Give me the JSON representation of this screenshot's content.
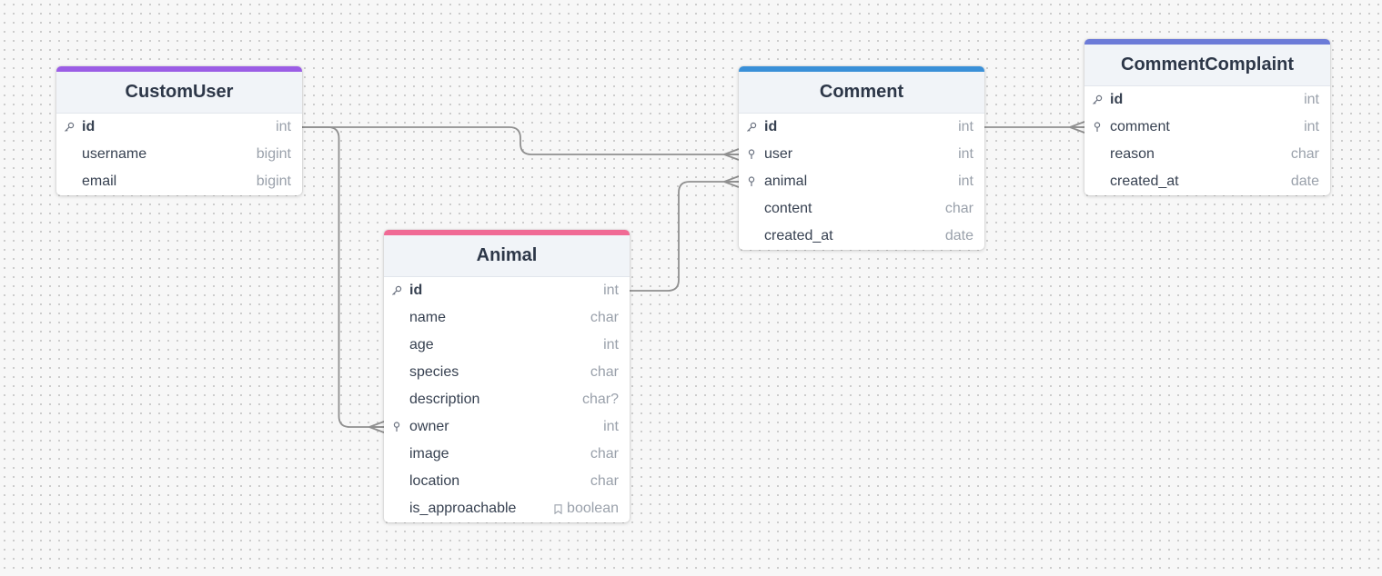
{
  "tables": {
    "customuser": {
      "title": "CustomUser",
      "accent": "#9b5de5",
      "fields": [
        {
          "name": "id",
          "type": "int",
          "key": "primary"
        },
        {
          "name": "username",
          "type": "bigint",
          "key": ""
        },
        {
          "name": "email",
          "type": "bigint",
          "key": ""
        }
      ]
    },
    "animal": {
      "title": "Animal",
      "accent": "#f06a95",
      "fields": [
        {
          "name": "id",
          "type": "int",
          "key": "primary"
        },
        {
          "name": "name",
          "type": "char",
          "key": ""
        },
        {
          "name": "age",
          "type": "int",
          "key": ""
        },
        {
          "name": "species",
          "type": "char",
          "key": ""
        },
        {
          "name": "description",
          "type": "char?",
          "key": ""
        },
        {
          "name": "owner",
          "type": "int",
          "key": "foreign"
        },
        {
          "name": "image",
          "type": "char",
          "key": ""
        },
        {
          "name": "location",
          "type": "char",
          "key": ""
        },
        {
          "name": "is_approachable",
          "type": "boolean",
          "key": "",
          "type_icon": "bookmark-icon"
        }
      ]
    },
    "comment": {
      "title": "Comment",
      "accent": "#3a90d8",
      "fields": [
        {
          "name": "id",
          "type": "int",
          "key": "primary"
        },
        {
          "name": "user",
          "type": "int",
          "key": "foreign"
        },
        {
          "name": "animal",
          "type": "int",
          "key": "foreign"
        },
        {
          "name": "content",
          "type": "char",
          "key": ""
        },
        {
          "name": "created_at",
          "type": "date",
          "key": ""
        }
      ]
    },
    "commentcomplaint": {
      "title": "CommentComplaint",
      "accent": "#6c7bd8",
      "fields": [
        {
          "name": "id",
          "type": "int",
          "key": "primary"
        },
        {
          "name": "comment",
          "type": "int",
          "key": "foreign"
        },
        {
          "name": "reason",
          "type": "char",
          "key": ""
        },
        {
          "name": "created_at",
          "type": "date",
          "key": ""
        }
      ]
    }
  },
  "relations": [
    {
      "from": "customuser.id",
      "to": "comment.user",
      "cardinality": "one-to-many"
    },
    {
      "from": "customuser.id",
      "to": "animal.owner",
      "cardinality": "one-to-many"
    },
    {
      "from": "animal.id",
      "to": "comment.animal",
      "cardinality": "one-to-many"
    },
    {
      "from": "comment.id",
      "to": "commentcomplaint.comment",
      "cardinality": "one-to-many"
    }
  ],
  "colors": {
    "connector": "#8f8f8f",
    "header_bg": "#f1f4f8",
    "type_text": "#9aa1ab"
  }
}
